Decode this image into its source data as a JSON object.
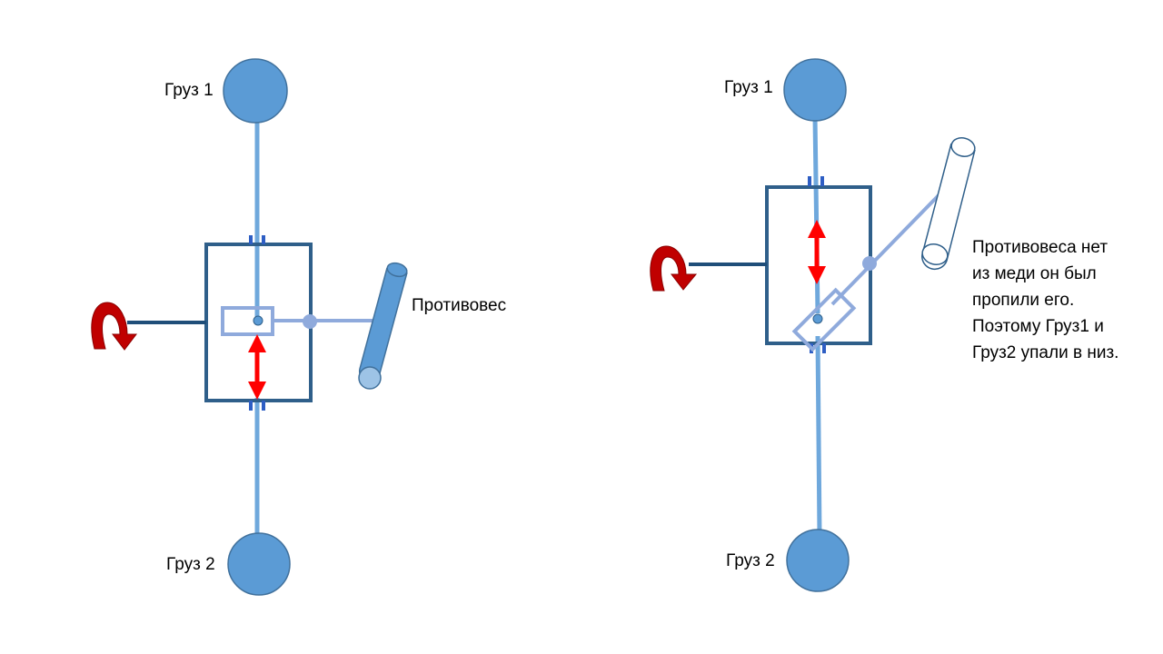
{
  "colors": {
    "weight_fill": "#5B9BD5",
    "weight_stroke": "#41719C",
    "rod": "#6FA8DC",
    "frame": "#2F5F8A",
    "slider": "#8FAADC",
    "bracket": "#2E5EC4",
    "arrow": "#FF0000",
    "rotation_arrow": "#C00000"
  },
  "left_diagram": {
    "weight_top_label": "Груз 1",
    "weight_bottom_label": "Груз 2",
    "counterweight_label": "Противовес"
  },
  "right_diagram": {
    "weight_top_label": "Груз 1",
    "weight_bottom_label": "Груз 2",
    "note_lines": [
      "Противовеса нет",
      "из меди он был",
      "пропили его.",
      "Поэтому  Груз1 и",
      "Груз2 упали в низ."
    ]
  }
}
